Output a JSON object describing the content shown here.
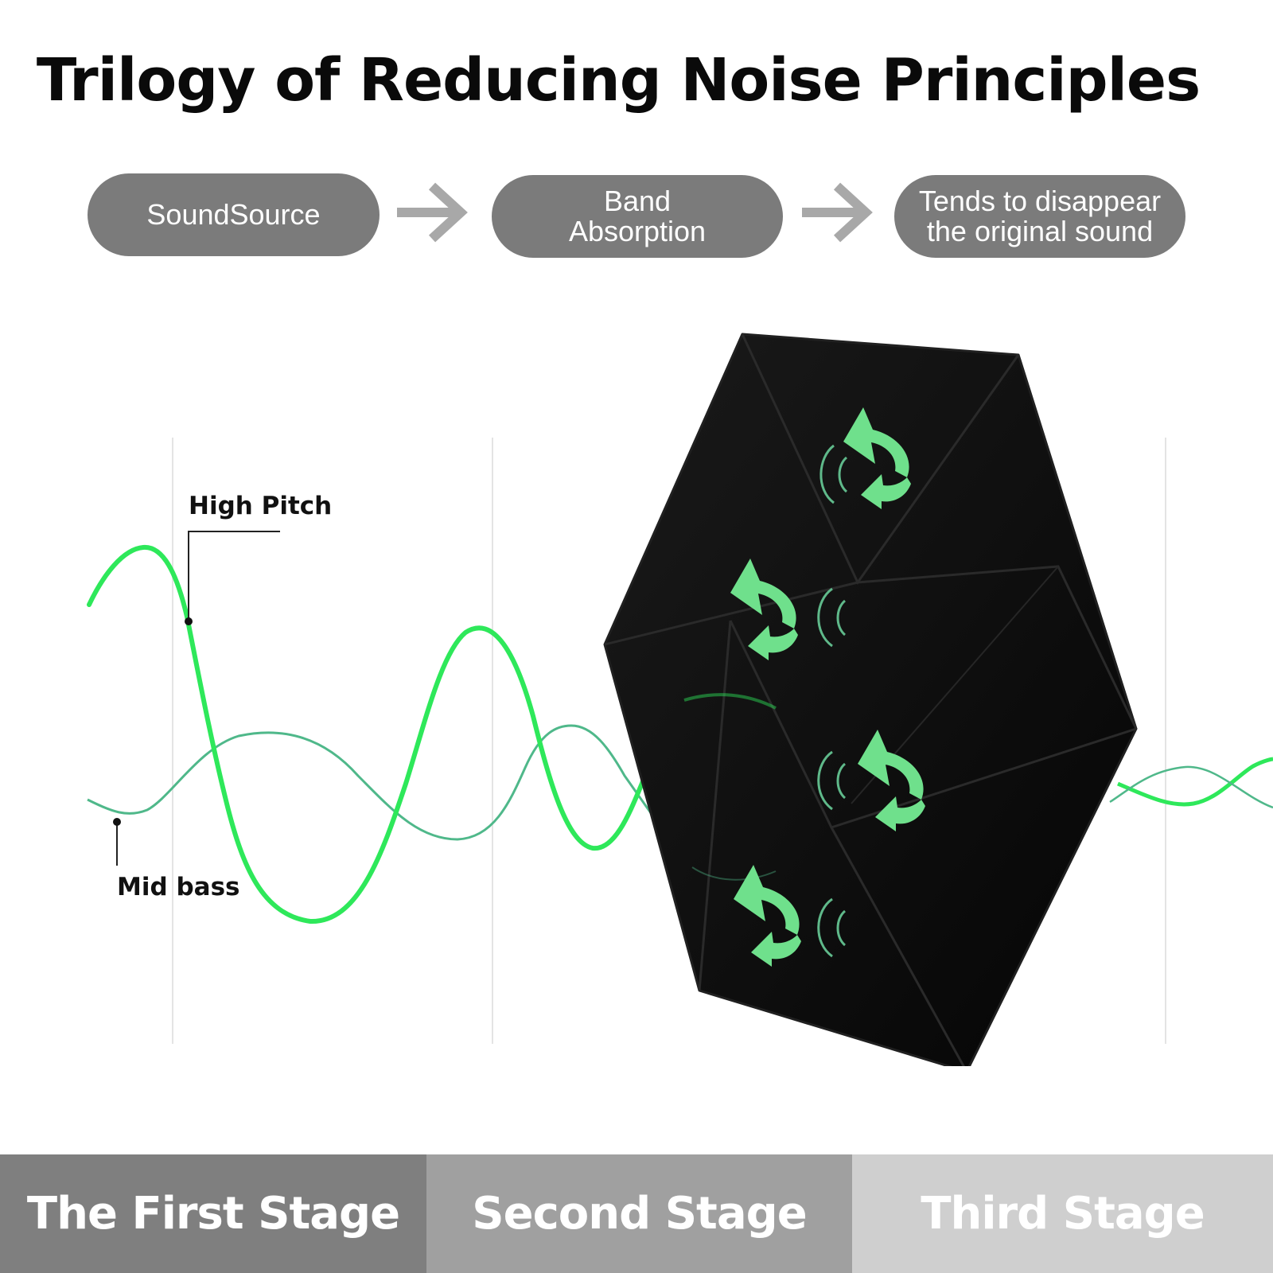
{
  "title": "Trilogy of Reducing Noise Principles",
  "flow": {
    "steps": [
      {
        "label": "SoundSource"
      },
      {
        "label": "Band\nAbsorption"
      },
      {
        "label": "Tends to disappear\nthe original sound"
      }
    ]
  },
  "labels": {
    "high_pitch": "High Pitch",
    "mid_bass": "Mid bass"
  },
  "stages": [
    {
      "label": "The First Stage"
    },
    {
      "label": "Second Stage"
    },
    {
      "label": "Third Stage"
    }
  ],
  "colors": {
    "pill": "#7b7b7b",
    "arrow": "#a8a8a8",
    "high_pitch_wave": "#2ee85a",
    "mid_bass_wave": "#4fb88a",
    "panel": "#0b0b0b",
    "reflect_arrow": "#6fe08c",
    "stage_1": "#7f7f7f",
    "stage_2": "#a0a0a0",
    "stage_3": "#cfcfcf"
  },
  "icons": {
    "flow_arrow": "arrow-right-icon",
    "reflection": "curved-return-arrow-icon",
    "sound_wave": "sound-wave-arc-icon"
  }
}
